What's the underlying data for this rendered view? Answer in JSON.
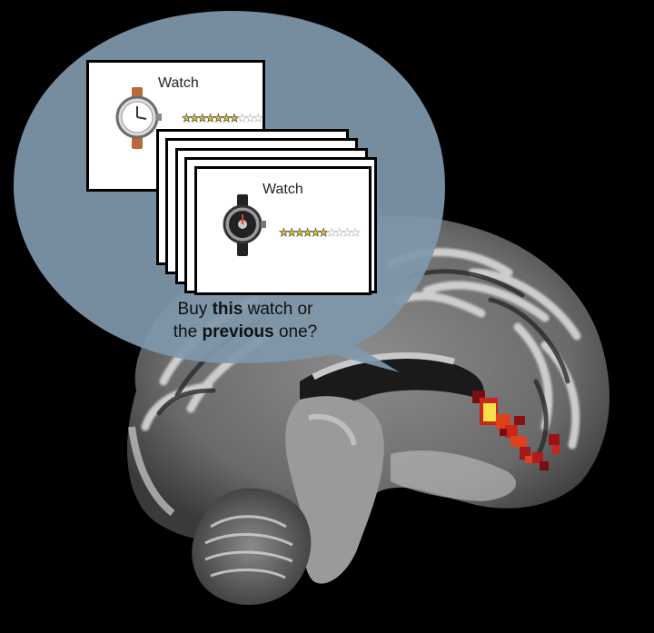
{
  "card_front": {
    "title": "Watch",
    "rating": {
      "filled": 6,
      "total": 10
    },
    "watch_style": "black-dial-leather-strap"
  },
  "card_back": {
    "title": "Watch",
    "rating": {
      "filled": 7,
      "total": 10
    },
    "watch_style": "white-dial-brown-strap"
  },
  "stack_count": 5,
  "question": {
    "part1": "Buy ",
    "bold1": "this",
    "part2": " watch or",
    "part3": "the ",
    "bold2": "previous",
    "part4": " one?"
  },
  "colors": {
    "bubble": "#7f97ab",
    "activation_hot": "#f5e04a",
    "activation_mid": "#e0401c",
    "activation_low": "#7a0d12"
  }
}
